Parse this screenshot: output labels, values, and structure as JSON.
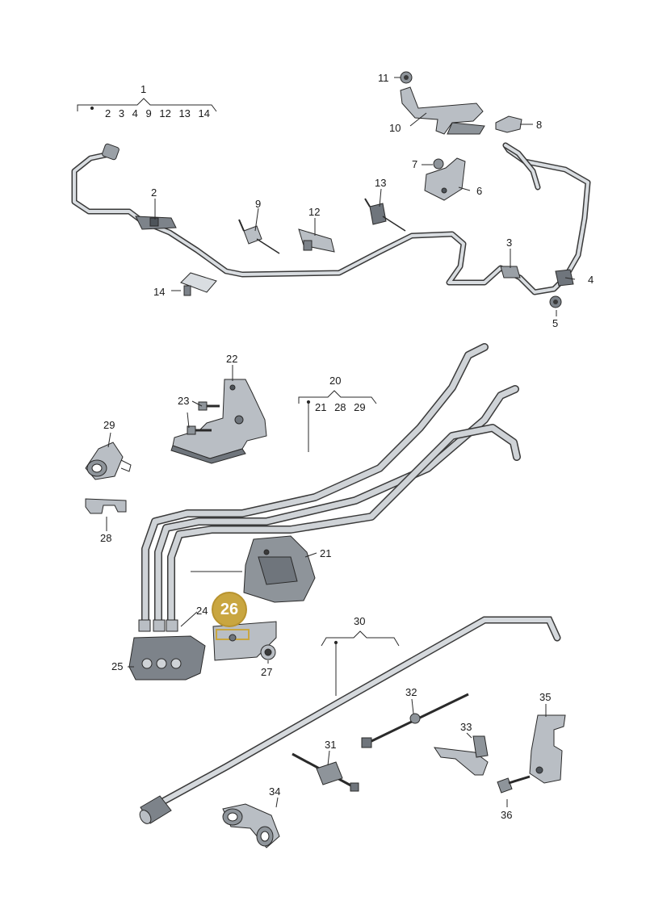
{
  "callouts": {
    "c1": "1",
    "c2": "2",
    "c3": "3",
    "c4": "4",
    "c5": "5",
    "c6": "6",
    "c7": "7",
    "c8": "8",
    "c9": "9",
    "c10": "10",
    "c11": "11",
    "c12": "12",
    "c13": "13",
    "c14": "14",
    "c20": "20",
    "c21": "21",
    "c22": "22",
    "c23": "23",
    "c24": "24",
    "c25": "25",
    "c27": "27",
    "c28": "28",
    "c29": "29",
    "c30": "30",
    "c31": "31",
    "c32": "32",
    "c33": "33",
    "c34": "34",
    "c35": "35",
    "c36": "36"
  },
  "groups": {
    "g1_sub": "2 3 4 9 12 13 14",
    "g20_sub": "21 28 29"
  },
  "highlight": {
    "number": "26",
    "color": "#c9a640"
  },
  "colors": {
    "part_fill": "#b9bec4",
    "part_dark": "#6f757c",
    "line": "#2a2a2a"
  }
}
